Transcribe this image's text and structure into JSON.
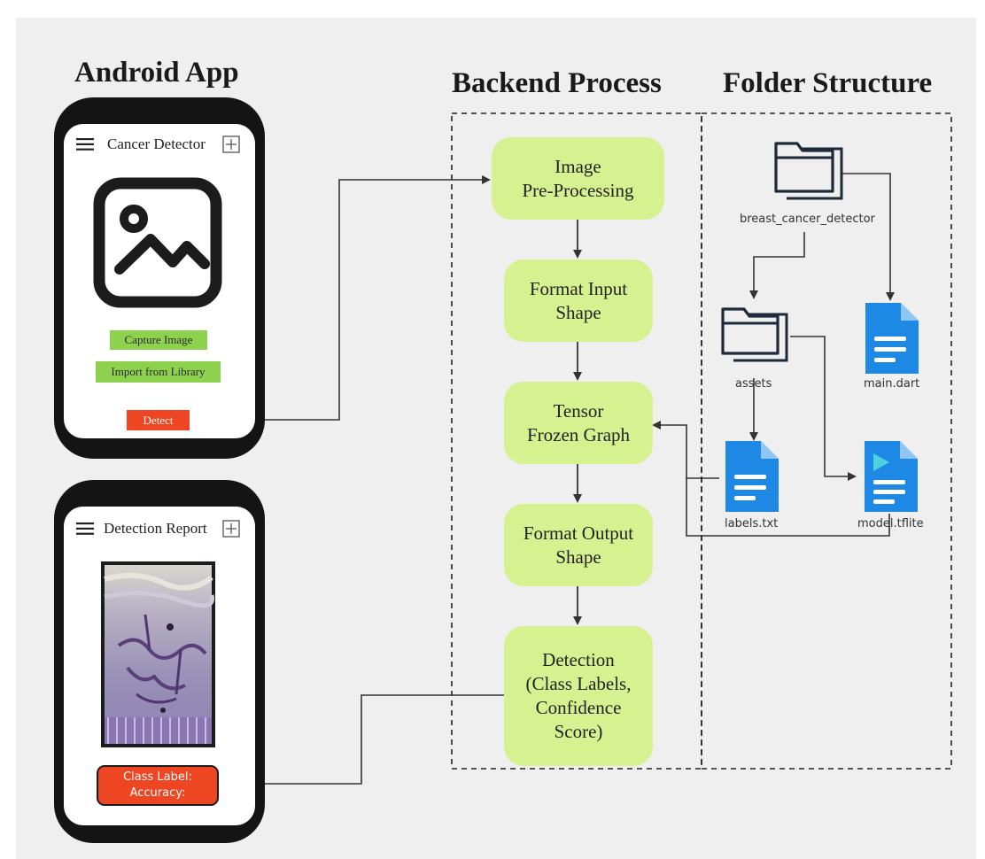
{
  "sections": {
    "android": "Android App",
    "backend": "Backend Process",
    "folder": "Folder Structure"
  },
  "phone1": {
    "title": "Cancer Detector",
    "capture_button": "Capture Image",
    "import_button": "Import from Library",
    "detect_button": "Detect"
  },
  "phone2": {
    "title": "Detection Report",
    "result_line1": "Class Label:",
    "result_line2": "Accuracy:"
  },
  "process_steps": [
    "Image\nPre-Processing",
    "Format Input\nShape",
    "Tensor\nFrozen Graph",
    "Format Output\nShape",
    "Detection\n(Class Labels,\nConfidence\nScore)"
  ],
  "folders": {
    "root": "breast_cancer_detector",
    "assets": "assets"
  },
  "files": {
    "main": "main.dart",
    "labels": "labels.txt",
    "model": "model.tflite"
  },
  "colors": {
    "process_node": "#d6f18f",
    "button_green": "#8ed14f",
    "button_red": "#ee4522",
    "file_blue": "#1e88e5",
    "background": "#f0f0f0"
  }
}
